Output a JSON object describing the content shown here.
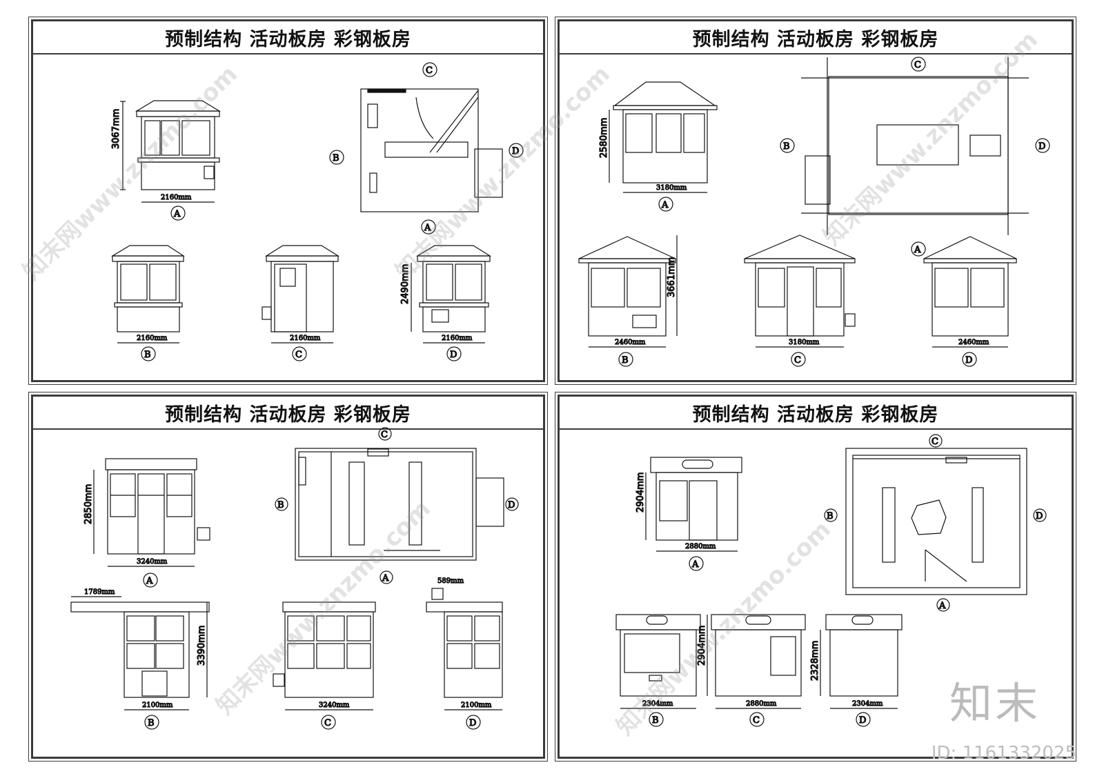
{
  "sheets": [
    {
      "title": "预制结构  活动板房  彩钢板房",
      "dims": [
        "3067mm",
        "2160mm",
        "2160mm",
        "2160mm",
        "2490mm",
        "2160mm"
      ],
      "markers": [
        "A",
        "B",
        "C",
        "D",
        "A",
        "B",
        "C",
        "D"
      ]
    },
    {
      "title": "预制结构  活动板房  彩钢板房",
      "dims": [
        "2580mm",
        "3180mm",
        "3661mm",
        "2460mm",
        "3180mm",
        "2460mm"
      ],
      "markers": [
        "A",
        "B",
        "C",
        "D",
        "A",
        "B",
        "C",
        "D"
      ]
    },
    {
      "title": "预制结构  活动板房  彩钢板房",
      "dims": [
        "2850mm",
        "3240mm",
        "1789mm",
        "3390mm",
        "2100mm",
        "3240mm",
        "589mm",
        "2100mm"
      ],
      "markers": [
        "A",
        "B",
        "C",
        "D",
        "A",
        "B",
        "C",
        "D"
      ]
    },
    {
      "title": "预制结构  活动板房  彩钢板房",
      "dims": [
        "2904mm",
        "2880mm",
        "2904mm",
        "2328mm",
        "2304mm",
        "2880mm",
        "2304mm"
      ],
      "markers": [
        "A",
        "B",
        "C",
        "D",
        "A",
        "B",
        "C",
        "D"
      ]
    }
  ],
  "watermark": {
    "text": "知末网www.znzmo.com",
    "logo": "知末",
    "id_label": "ID: 1161332025"
  }
}
